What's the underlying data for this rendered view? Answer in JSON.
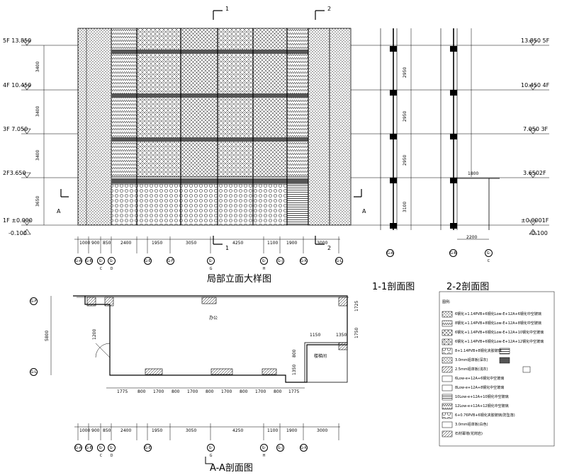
{
  "titles": {
    "elevation": "局部立面大样图",
    "section_1_1": "1-1剖面图",
    "section_2_2": "2-2剖面图",
    "plan_a_a": "A-A剖面图"
  },
  "section_markers": {
    "m1": "1",
    "m2": "2",
    "mA": "A"
  },
  "levels_left": [
    {
      "floor": "5F",
      "value": "13.850"
    },
    {
      "floor": "4F",
      "value": "10.450"
    },
    {
      "floor": "3F",
      "value": "7.050"
    },
    {
      "floor": "2F",
      "value": "3.650"
    },
    {
      "floor": "1F",
      "value": "±0.000"
    },
    {
      "floor": "",
      "value": "-0.100"
    }
  ],
  "levels_right": [
    "13.850 5F",
    "10.450 4F",
    "7.050 3F",
    "3.6502F",
    "±0.0001F",
    "-0.100"
  ],
  "floor_heights": [
    "3400",
    "3400",
    "3400",
    "3650"
  ],
  "elev_bottom_dims": [
    "1000",
    "900",
    "850",
    "2400",
    "1950",
    "3050",
    "4250",
    "1100",
    "1900",
    "3000"
  ],
  "axis_labels": [
    "G-A",
    "G-B",
    "G-C",
    "G-D",
    "G-E",
    "G-F",
    "G-G",
    "G-H",
    "G-J",
    "G-K",
    "G-L"
  ],
  "section_dims": [
    "2950",
    "2950",
    "2950",
    "3100",
    "1800",
    "2200"
  ],
  "plan": {
    "room_label": "办公",
    "side_dims": [
      "5800",
      "1725",
      "1200",
      "1750",
      "1350"
    ],
    "top_dims": [
      "1150",
      "800",
      "1350"
    ],
    "inner_dims": [
      "1775",
      "800",
      "1700",
      "800",
      "1700",
      "800",
      "1700",
      "800",
      "1700",
      "800",
      "1775"
    ],
    "bottom_dims": [
      "1000",
      "900",
      "850",
      "2400",
      "1950",
      "3050",
      "4250",
      "1100",
      "1900",
      "3000"
    ],
    "small_room": "楼梯间"
  },
  "legend": {
    "title": "图例:",
    "items": [
      "6钢化+1.14PVB+6钢化Low-E+12A+6钢化中空玻璃",
      "8钢化+1.14PVB+8钢化Low-E+12A+8钢化中空玻璃",
      "6钢化+1.14PVB+6钢化Low-E+12A+10钢化中空玻璃",
      "6钢化+1.14PVB+6钢化Low-E+12A+12钢化中空玻璃",
      "8+1.14PVB+8钢化夹胶玻璃",
      "3.0mm铝单板(深灰)",
      "2.5mm铝单板(浅灰)",
      "6Low-e+12A+6钢化中空玻璃",
      "8Low-e+12A+8钢化中空玻璃",
      "10Low-e+12A+10钢化中空玻璃",
      "12Low-e+12A+12钢化中空玻璃",
      "6+0.76PVB+6钢化夹胶玻璃(防坠落)",
      "3.0mm铝单板(白色)",
      "石材幕墙(花岗岩)"
    ]
  }
}
